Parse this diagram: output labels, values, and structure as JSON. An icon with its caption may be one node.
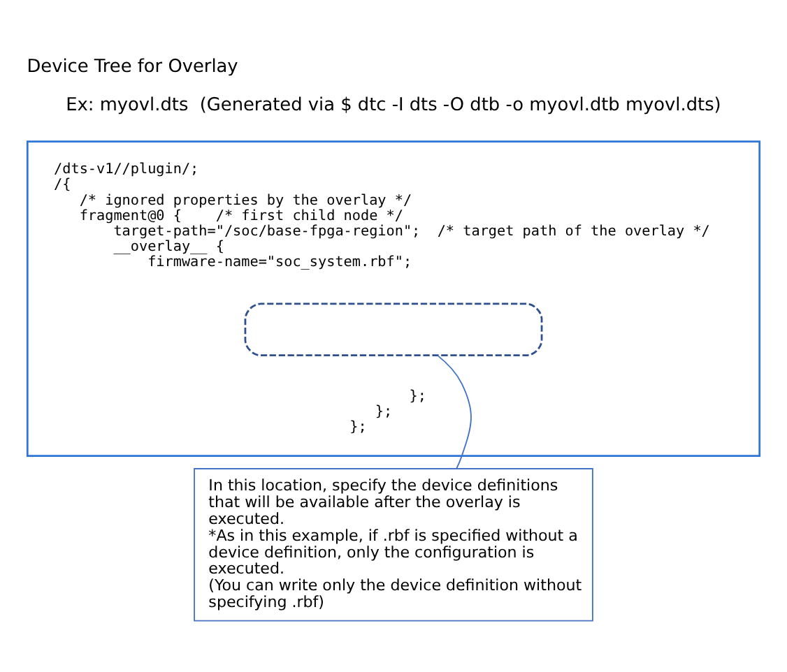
{
  "diagram": {
    "title": "Device Tree for Overlay",
    "nodes": [
      {
        "text": [
          "/dts-v1//plugin/;",
          "/{",
          "    /* ignored properties by the overlay */",
          "    fragment@0 {    /* first child node */",
          "        target-path=\"/soc/base-fpga-region\";  /* target path of the overlay */",
          "        __overlay__ {",
          "            firmware-name=\"soc_system.rbf\";",
          "        };",
          "    };",
          "};"
        ]
      },
      {
        "text": [],
        "shape": "box",
        "in": 0
      },
      {
        "text": [
          "In this location, specify the device definitions that will be available after the overlay is executed.",
          "*As in this example, if .rbf is specified without a device definition, only the configuration is executed.",
          "(You can write only the device definition without specifying .rbf)"
        ]
      }
    ],
    "edges": [
      {
        "from": 2,
        "to": 1,
        "arrow": "none"
      }
    ],
    "labels": [
      "Ex: myovl.dts  (Generated via $ dtc -I dts -O dtb -o myovl.dtb myovl.dts)"
    ]
  }
}
